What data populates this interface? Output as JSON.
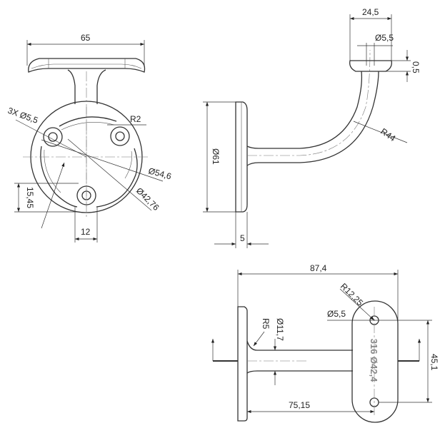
{
  "front_view": {
    "width": "65",
    "holes": "3X Ø5,5",
    "radius": "R2",
    "outer_diameter": "Ø54,6",
    "hole_circle": "Ø42,76",
    "offset": "15,45",
    "slot_width": "12"
  },
  "side_view": {
    "top_width": "24,5",
    "hole": "Ø5,5",
    "depth": "0,5",
    "bend_radius": "R44",
    "plate_diameter": "Ø61",
    "plate_thickness": "5"
  },
  "top_view": {
    "overall_length": "87,4",
    "oval_radius": "R12,25",
    "hole": "Ø5,5",
    "fillet": "R5",
    "stem_diameter": "Ø11,7",
    "engraving": "316 Ø42,4",
    "stem_length": "75,15",
    "hole_spacing": "45,1"
  }
}
